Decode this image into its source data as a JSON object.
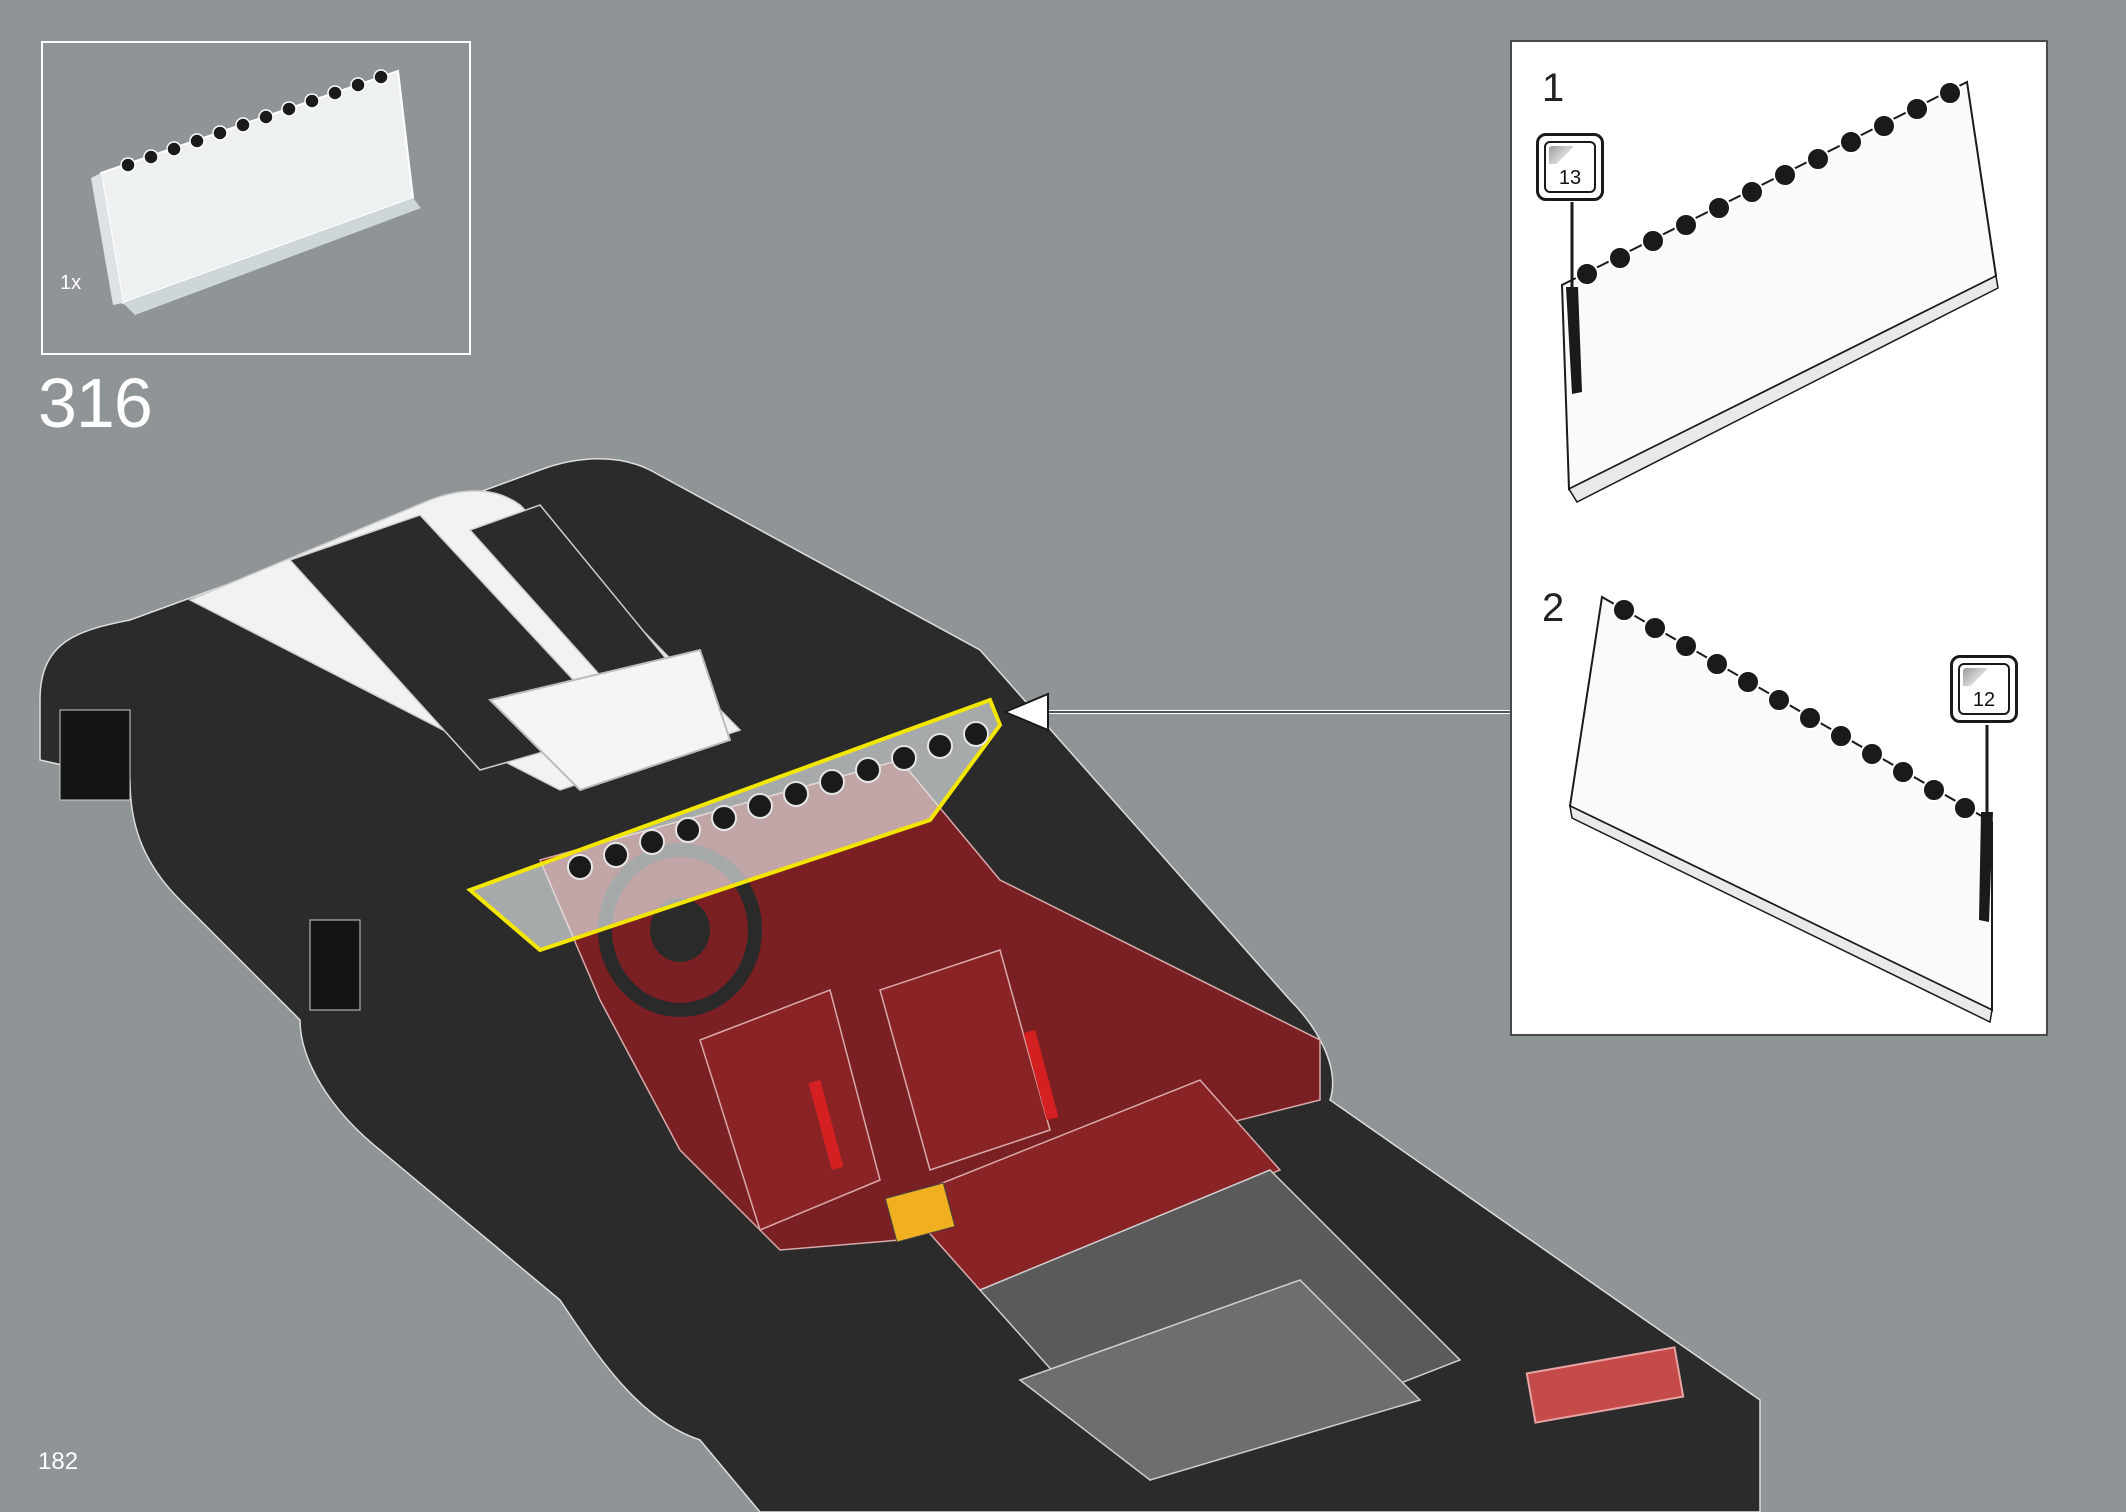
{
  "parts_callout": {
    "count": "1x"
  },
  "step": {
    "number": "316"
  },
  "page": {
    "number": "182"
  },
  "substeps": [
    {
      "label": "1",
      "sticker": "13"
    },
    {
      "label": "2",
      "sticker": "12"
    }
  ],
  "colors": {
    "background": "#8f9496",
    "body_black": "#2b2b2b",
    "stripe_white": "#f2f2f2",
    "interior_red": "#7a1f22",
    "highlight_yellow": "#f3e600"
  }
}
